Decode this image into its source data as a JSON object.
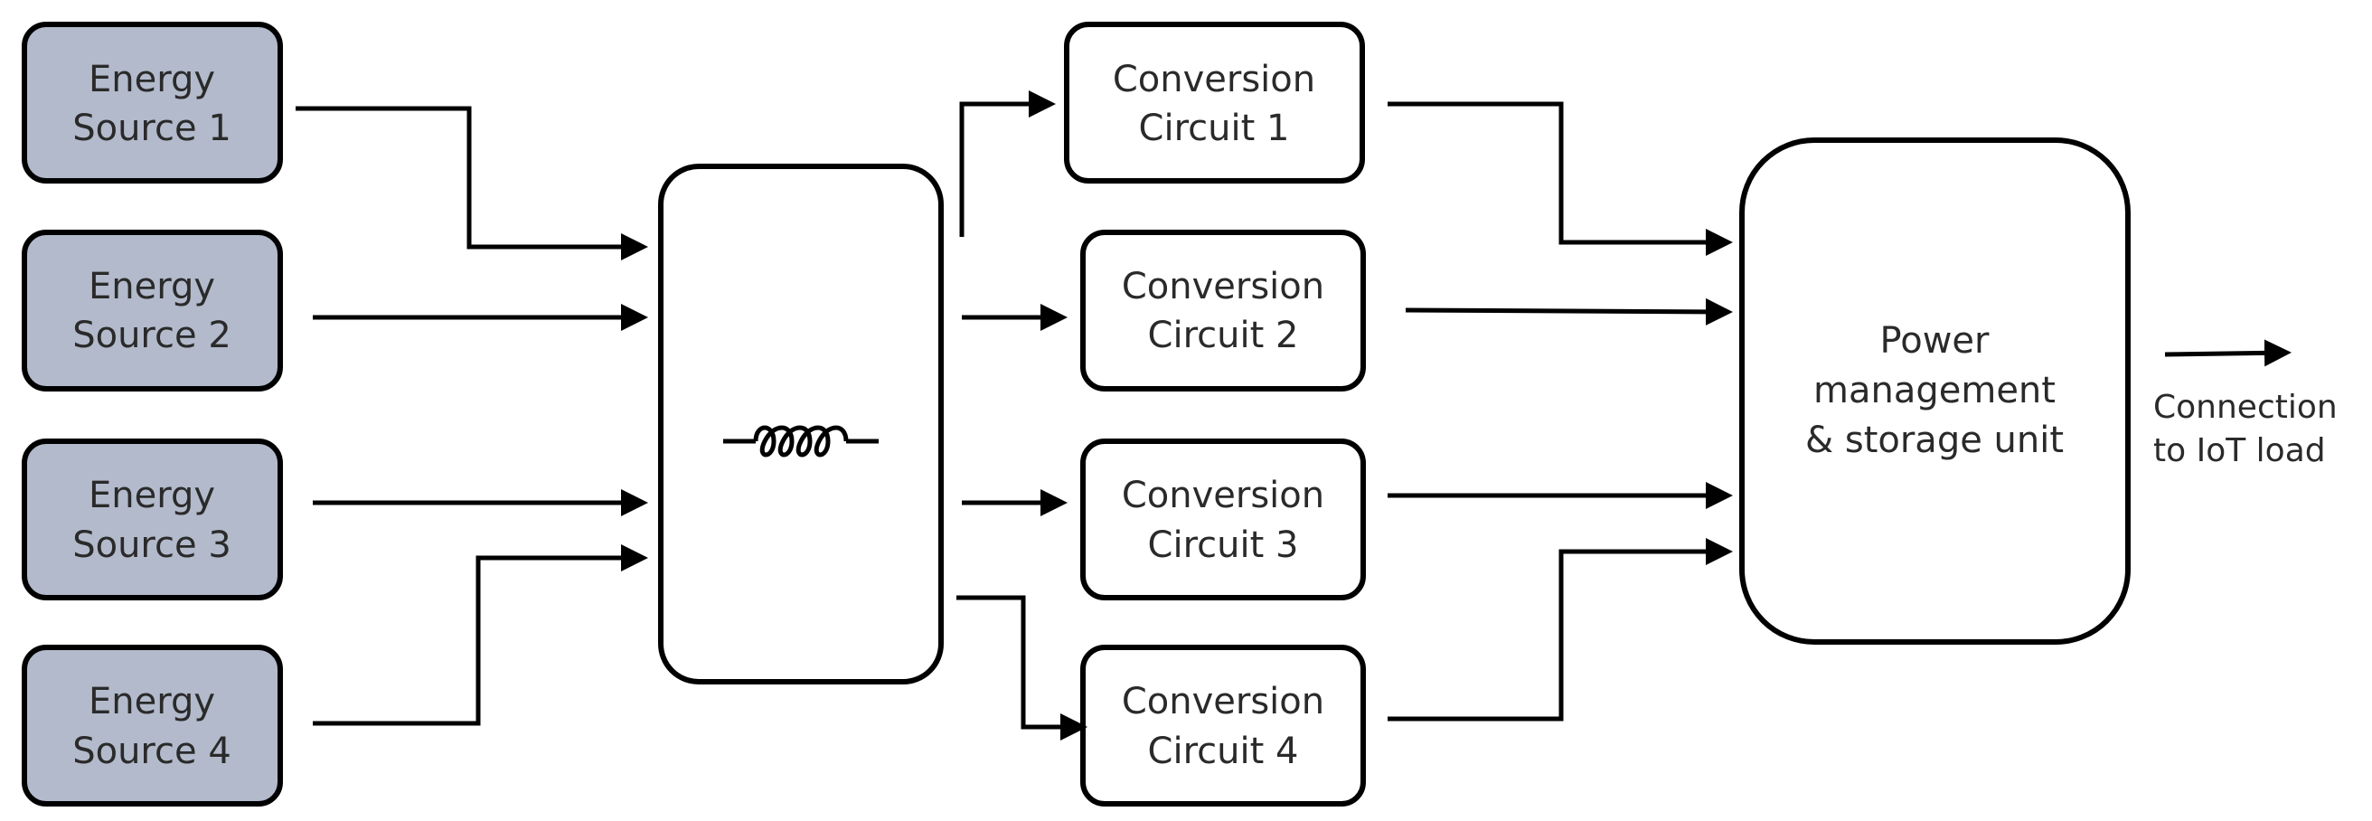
{
  "sources": [
    {
      "line1": "Energy",
      "line2": "Source 1"
    },
    {
      "line1": "Energy",
      "line2": "Source 2"
    },
    {
      "line1": "Energy",
      "line2": "Source 3"
    },
    {
      "line1": "Energy",
      "line2": "Source 4"
    }
  ],
  "hub": {
    "icon": "inductor-coil-icon"
  },
  "circuits": [
    {
      "line1": "Conversion",
      "line2": "Circuit 1"
    },
    {
      "line1": "Conversion",
      "line2": "Circuit 2"
    },
    {
      "line1": "Conversion",
      "line2": "Circuit 3"
    },
    {
      "line1": "Conversion",
      "line2": "Circuit 4"
    }
  ],
  "pmu": {
    "line1": "Power",
    "line2": "management",
    "line3": "& storage unit"
  },
  "output": {
    "line1": "Connection",
    "line2": "to IoT load"
  },
  "colors": {
    "source_fill": "#b2bacb",
    "line": "#000000",
    "text": "#2a2a2a"
  }
}
